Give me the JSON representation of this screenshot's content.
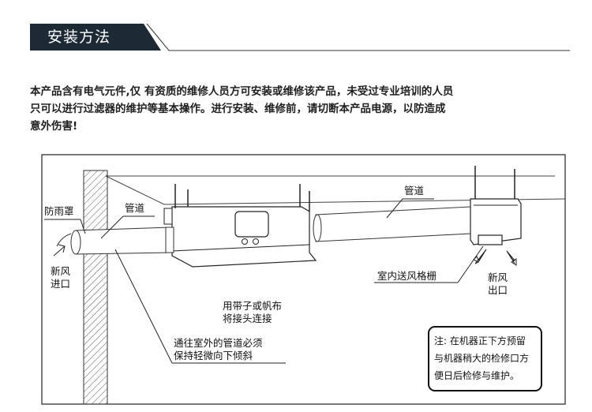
{
  "header": {
    "title": "安装方法"
  },
  "intro": {
    "lines": [
      "本产品含有电气元件,仅 有资质的维修人员方可安装或维修该产品，未受过专业培训的人员",
      "只可以进行过滤器的维护等基本操作。进行安装、维修前，请切断本产品电源，以防造成",
      "意外伤害!"
    ]
  },
  "diagram": {
    "labels": {
      "rain_cover": "防雨罩",
      "duct_left": "管道",
      "duct_right": "管道",
      "fresh_air_inlet_1": "新风",
      "fresh_air_inlet_2": "进口",
      "indoor_grille": "室内送风格栅",
      "fresh_air_outlet_1": "新风",
      "fresh_air_outlet_2": "出口",
      "strap_note_1": "用带子或帆布",
      "strap_note_2": "将接头连接",
      "slope_note_1": "通往室外的管道必须",
      "slope_note_2": "保持轻微向下倾斜"
    },
    "note": {
      "lines": [
        "注: 在机器正下方预留",
        "与机器稍大的检修口方",
        "便日后检修与维护。"
      ]
    }
  }
}
